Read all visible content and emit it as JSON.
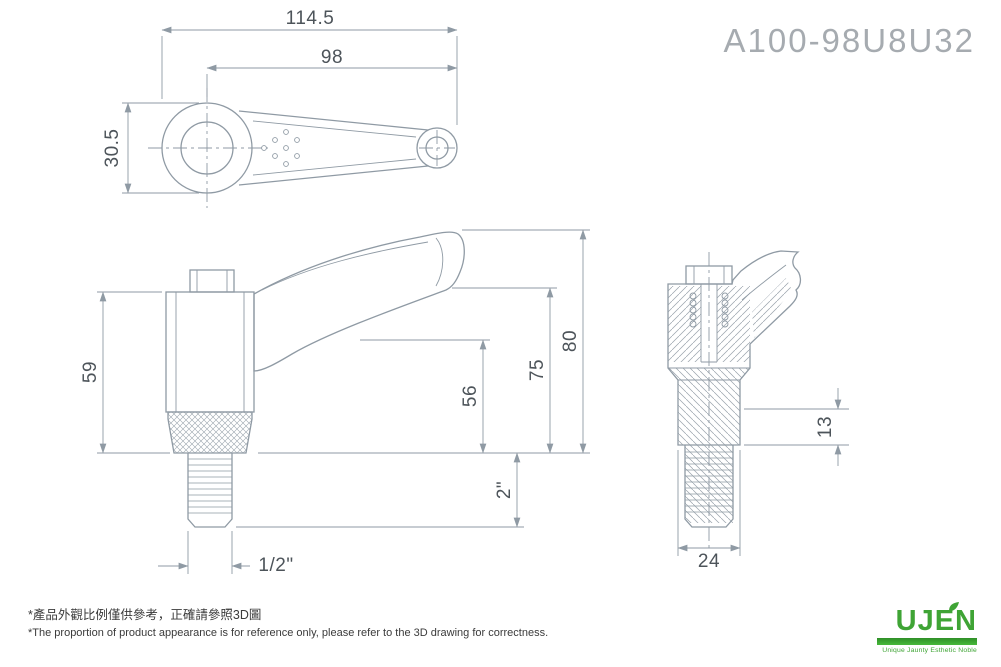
{
  "part_number": "A100-98U8U32",
  "views": {
    "top_view": {
      "dims": {
        "overall_length": "114.5",
        "center_to_end": "98",
        "boss_width": "30.5"
      }
    },
    "side_view": {
      "dims": {
        "body_height": "59",
        "underside_height": "56",
        "grip_height": "75",
        "total_height": "80",
        "thread_length": "2\"",
        "thread_size": "1/2\""
      }
    },
    "section_view": {
      "dims": {
        "nut_height": "13",
        "base_width": "24"
      }
    }
  },
  "footnotes": {
    "line1_zh": "*產品外觀比例僅供參考，正確請參照3D圖",
    "line2_en": "*The proportion of product appearance is for reference only, please refer to the 3D drawing for correctness."
  },
  "logo": {
    "wordmark": "UJEN",
    "tagline": "Unique Jaunty Esthetic Noble"
  },
  "colors": {
    "drawing_line": "#8f9aa4",
    "dim_text": "#4d545a",
    "part_number_text": "#a6abb0",
    "logo_green": "#3fa435"
  }
}
